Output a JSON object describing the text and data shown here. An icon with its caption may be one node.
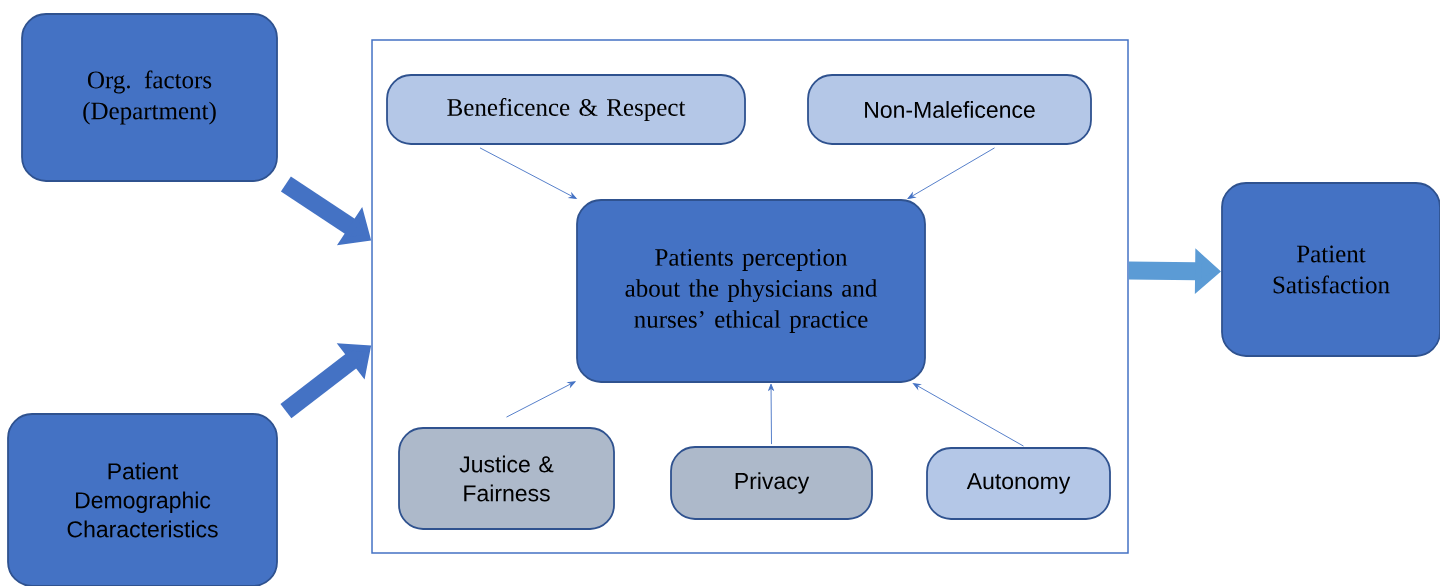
{
  "diagram": {
    "nodes": [
      {
        "text": [
          "Org. factors (Department)"
        ]
      },
      {
        "text": [
          "Patient Demographic Characteristics"
        ]
      },
      {
        "text": [],
        "shape": "box"
      },
      {
        "text": [
          "Beneficence & Respect"
        ],
        "in": 2
      },
      {
        "text": [
          "Non-Maleficence"
        ],
        "in": 2
      },
      {
        "text": [
          "Patients perception about the physicians and nurses’ ethical practice"
        ],
        "in": 2
      },
      {
        "text": [
          "Justice & Fairness"
        ],
        "in": 2
      },
      {
        "text": [
          "Privacy"
        ],
        "in": 2
      },
      {
        "text": [
          "Autonomy"
        ],
        "in": 2
      },
      {
        "text": [
          "Patient Satisfaction"
        ]
      }
    ],
    "edges": [
      {
        "from": 0,
        "to": 2,
        "arrow": "to",
        "style": "thick"
      },
      {
        "from": 1,
        "to": 2,
        "arrow": "to",
        "style": "thick"
      },
      {
        "from": 3,
        "to": 5,
        "arrow": "to"
      },
      {
        "from": 4,
        "to": 5,
        "arrow": "to"
      },
      {
        "from": 6,
        "to": 5,
        "arrow": "to"
      },
      {
        "from": 7,
        "to": 5,
        "arrow": "to"
      },
      {
        "from": 8,
        "to": 5,
        "arrow": "to"
      },
      {
        "from": 2,
        "to": 9,
        "arrow": "to",
        "style": "thick",
        "color": "#5b9bd5"
      }
    ]
  }
}
